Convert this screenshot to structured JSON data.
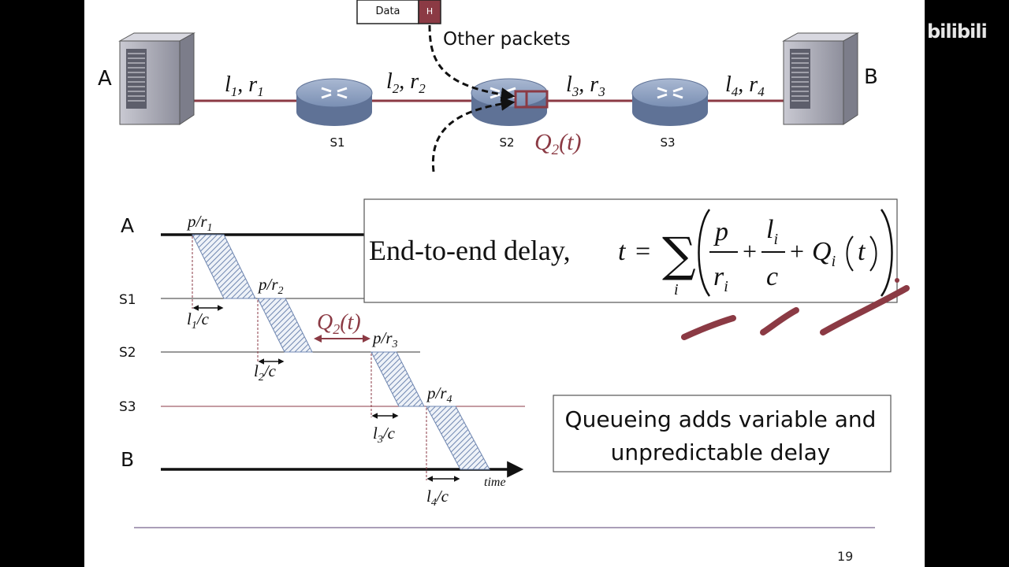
{
  "network": {
    "packet": {
      "data_label": "Data",
      "header_label": "H"
    },
    "other_packets_label": "Other packets",
    "host_a": "A",
    "host_b": "B",
    "switches": [
      "S1",
      "S2",
      "S3"
    ],
    "links": [
      {
        "l": "l",
        "li": "1",
        "r": "r",
        "ri": "1"
      },
      {
        "l": "l",
        "li": "2",
        "r": "r",
        "ri": "2"
      },
      {
        "l": "l",
        "li": "3",
        "r": "r",
        "ri": "3"
      },
      {
        "l": "l",
        "li": "4",
        "r": "r",
        "ri": "4"
      }
    ],
    "queue_label": {
      "q": "Q",
      "sub": "2",
      "arg": "(t)"
    }
  },
  "timing": {
    "rows": [
      "A",
      "S1",
      "S2",
      "S3",
      "B"
    ],
    "transmission_labels": [
      {
        "p": "p/r",
        "sub": "1"
      },
      {
        "p": "p/r",
        "sub": "2"
      },
      {
        "p": "p/r",
        "sub": "3"
      },
      {
        "p": "p/r",
        "sub": "4"
      }
    ],
    "propagation_labels": [
      {
        "l": "l",
        "sub": "1",
        "c": "/c"
      },
      {
        "l": "l",
        "sub": "2",
        "c": "/c"
      },
      {
        "l": "l",
        "sub": "3",
        "c": "/c"
      },
      {
        "l": "l",
        "sub": "4",
        "c": "/c"
      }
    ],
    "queue_label": {
      "q": "Q",
      "sub": "2",
      "arg": "(t)"
    },
    "time_label": "time"
  },
  "formula": {
    "text": "End-to-end delay,",
    "t": "t",
    "eq": "=",
    "sum_index": "i",
    "p": "p",
    "r": "r",
    "i": "i",
    "l": "l",
    "c": "c",
    "plus": "+",
    "q": "Q",
    "qarg": "t"
  },
  "callout": {
    "line1": "Queueing adds variable and",
    "line2": "unpredictable delay"
  },
  "page_number": "19",
  "watermark": "bilibili",
  "colors": {
    "link": "#8b3a44",
    "queue": "#8b3a44",
    "router": "#7f93b5",
    "hatch": "#6f86b0",
    "ink": "#8b3a44"
  }
}
